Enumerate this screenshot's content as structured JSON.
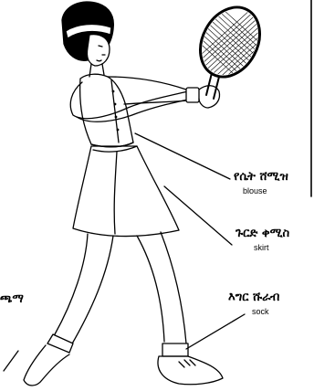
{
  "labels": {
    "blouse": {
      "amharic": "የሴት ሸሚዝ",
      "english": "blouse"
    },
    "skirt": {
      "amharic": "ጉርድ ቀሚስ",
      "english": "skirt"
    },
    "sock": {
      "amharic": "እግር ሹራብ",
      "english": "sock"
    },
    "shoe": {
      "amharic": "ጫማ"
    }
  },
  "colors": {
    "ink": "#000000",
    "paper": "#ffffff"
  }
}
